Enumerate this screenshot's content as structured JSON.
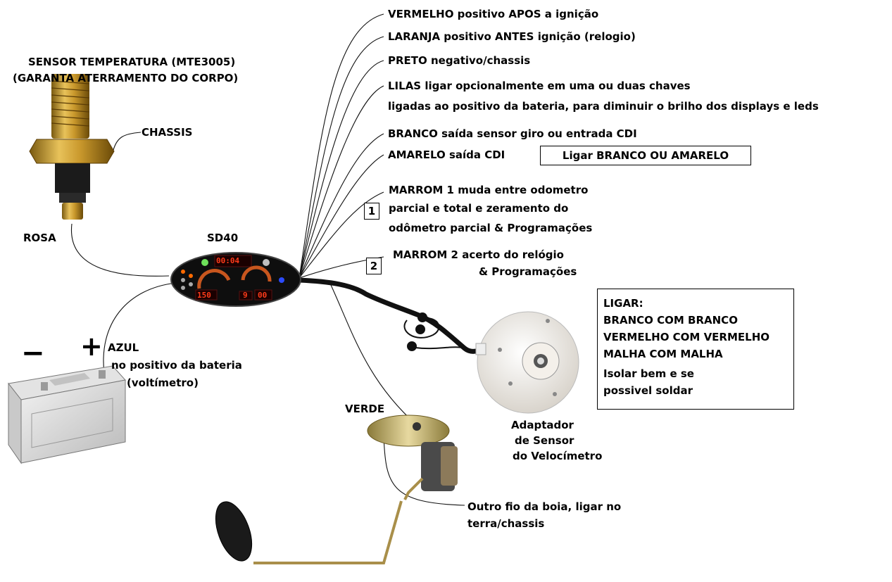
{
  "sensor": {
    "title_line1": "SENSOR TEMPERATURA  (MTE3005)",
    "title_line2": "(GARANTA ATERRAMENTO DO CORPO)",
    "chassis": "CHASSIS",
    "rosa": "ROSA"
  },
  "device": {
    "name": "SD40",
    "display_top": "00:04",
    "display_left": "150",
    "display_mid": "9",
    "display_right": "00"
  },
  "battery": {
    "minus": "−",
    "plus": "+",
    "azul": "AZUL",
    "azul_desc1": "no positivo da bateria",
    "azul_desc2": "(voltímetro)"
  },
  "wires": {
    "vermelho": "VERMELHO positivo APOS a ignição",
    "laranja": "LARANJA positivo ANTES ignição (relogio)",
    "preto": "PRETO negativo/chassis",
    "lilas1": "LILAS ligar opcionalmente em uma ou duas chaves",
    "lilas2": "ligadas ao positivo da bateria, para diminuir o brilho dos displays e leds",
    "branco": "BRANCO  saída sensor giro ou entrada CDI",
    "amarelo": "AMARELO saída CDI",
    "ligar_note": "Ligar BRANCO OU AMARELO",
    "marrom1_num": "1",
    "marrom1_line1": "MARROM 1  muda  entre odometro",
    "marrom1_line2": "parcial e total e zeramento do",
    "marrom1_line3": "odômetro parcial &  Programações",
    "marrom2_num": "2",
    "marrom2_line1": "MARROM 2  acerto do relógio",
    "marrom2_line2": "& Programações"
  },
  "ligar_box": {
    "l1": "LIGAR:",
    "l2": "BRANCO COM BRANCO",
    "l3": "VERMELHO COM VERMELHO",
    "l4": "MALHA COM MALHA",
    "l5": "Isolar bem e se",
    "l6": "possivel soldar"
  },
  "adapter": {
    "l1": "Adaptador",
    "l2": "de Sensor",
    "l3": "do Velocímetro"
  },
  "fuel": {
    "verde": "VERDE",
    "outro1": "Outro fio da boia, ligar no",
    "outro2": "terra/chassis"
  }
}
